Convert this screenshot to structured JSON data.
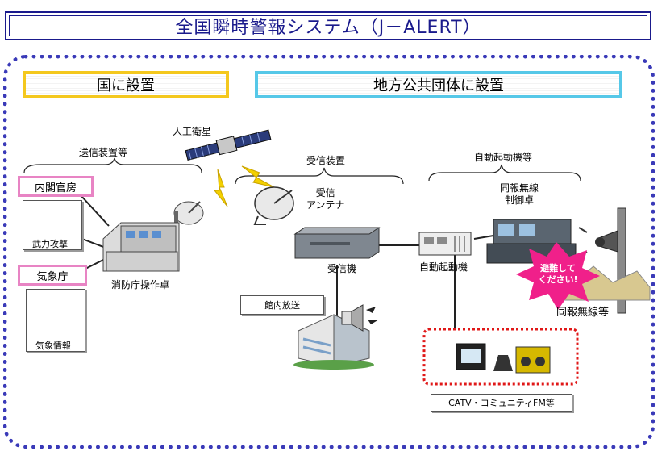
{
  "title": "全国瞬時警報システム（J－ALERT）",
  "sections": {
    "national": "国に設置",
    "local": "地方公共団体に設置"
  },
  "labels": {
    "transmitter_group": "送信装置等",
    "satellite": "人工衛星",
    "receiver_group": "受信装置",
    "auto_start_group": "自動起動機等",
    "cabinet": "内閣官房",
    "missile": "武力攻撃",
    "jma": "気象庁",
    "weather_info": "気象情報",
    "fdma_console": "消防庁操作卓",
    "receiving_antenna": "受信\nアンテナ",
    "receiver": "受信機",
    "in_building": "館内放送",
    "auto_starter": "自動起動機",
    "radio_controller": "同報無線\n制御卓",
    "evacuate": "避難して\nください!",
    "radio_speakers": "同報無線等",
    "catv": "CATV・コミュニティFM等"
  },
  "colors": {
    "title": "#1a1a8c",
    "frame": "#3a3ab8",
    "national_border": "#f4c81e",
    "local_border": "#56c8e8",
    "pink_border": "#e884c4",
    "catv_border": "#e01818",
    "burst": "#f0208a"
  }
}
